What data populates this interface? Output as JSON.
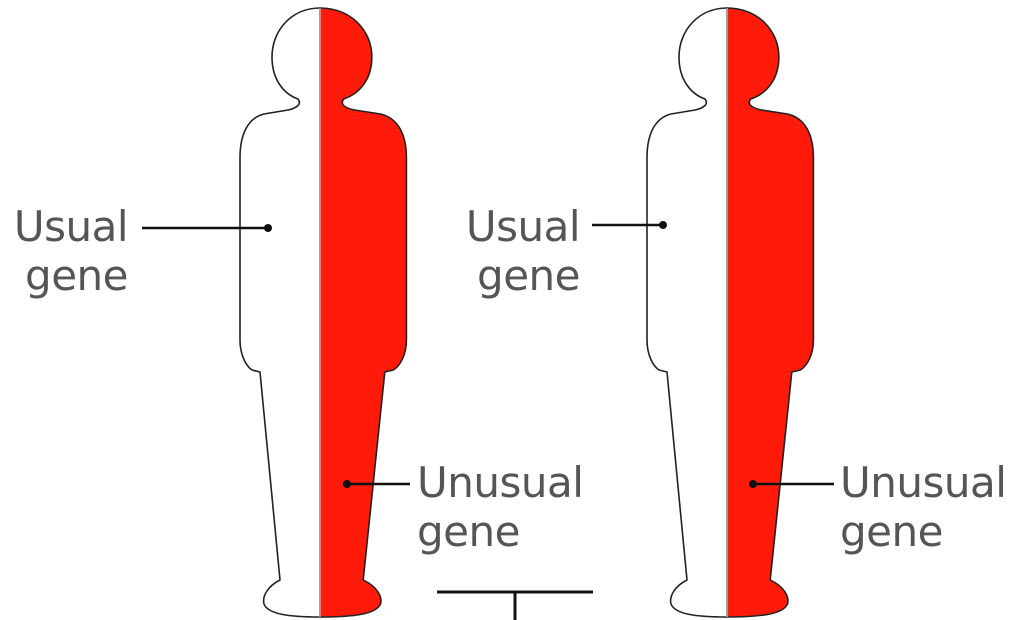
{
  "colors": {
    "unusual_fill": "#ff1a0a",
    "usual_fill": "#ffffff",
    "outline": "#222222",
    "pointer_line": "#111111",
    "label_text": "#555555"
  },
  "figures": [
    {
      "usual_label": {
        "line1": "Usual",
        "line2": "gene"
      },
      "unusual_label": {
        "line1": "Unusual",
        "line2": "gene"
      }
    },
    {
      "usual_label": {
        "line1": "Usual",
        "line2": "gene"
      },
      "unusual_label": {
        "line1": "Unusual",
        "line2": "gene"
      }
    }
  ]
}
